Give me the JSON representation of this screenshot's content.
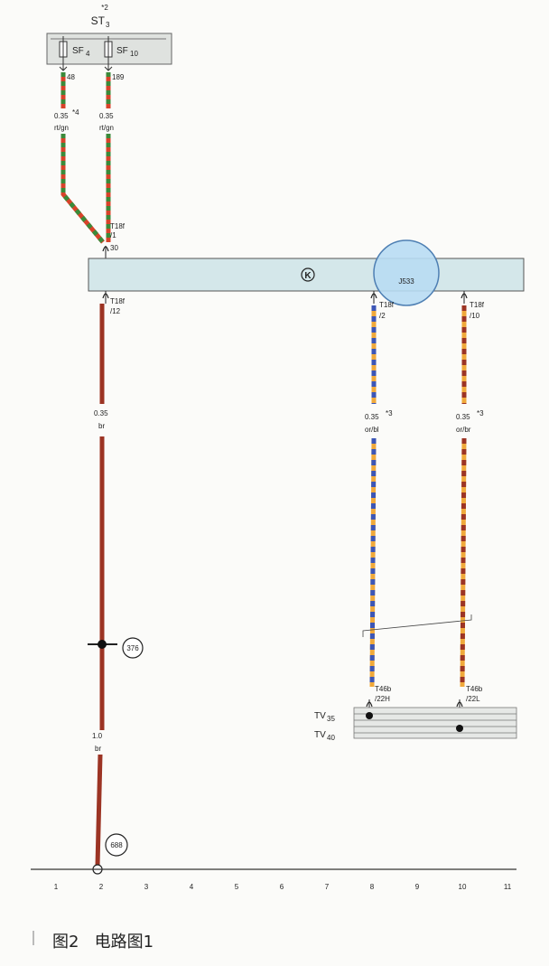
{
  "fuse_box": {
    "label": "ST",
    "label_sub": "3",
    "footnote": "*2",
    "fuses": [
      {
        "name": "SF",
        "sub": "4",
        "pin": "48"
      },
      {
        "name": "SF",
        "sub": "10",
        "pin": "189"
      }
    ]
  },
  "upper_wires": [
    {
      "spec": "0.35",
      "note": "*4",
      "color": "rt/gn"
    },
    {
      "spec": "0.35",
      "note": "",
      "color": "rt/gn"
    }
  ],
  "module": {
    "symbol": "K",
    "gateway": "J533",
    "connectors_top": [
      {
        "line1": "T18f",
        "line2": "/1",
        "line3": "30"
      }
    ],
    "connectors_bottom": [
      {
        "line1": "T18f",
        "line2": "/12"
      },
      {
        "line1": "T18f",
        "line2": "/2"
      },
      {
        "line1": "T18f",
        "line2": "/10"
      }
    ]
  },
  "lower_wires": [
    {
      "spec": "0.35",
      "note": "",
      "color": "br"
    },
    {
      "spec": "0.35",
      "note": "*3",
      "color": "or/bl"
    },
    {
      "spec": "0.35",
      "note": "*3",
      "color": "or/br"
    },
    {
      "spec": "1.0",
      "note": "",
      "color": "br"
    }
  ],
  "nodes": [
    {
      "id": "376"
    },
    {
      "id": "688"
    }
  ],
  "bus_connectors": [
    {
      "line1": "T46b",
      "line2": "/22H"
    },
    {
      "line1": "T46b",
      "line2": "/22L"
    }
  ],
  "bus_lines": [
    {
      "name": "TV",
      "sub": "35"
    },
    {
      "name": "TV",
      "sub": "40"
    }
  ],
  "grid_numbers": [
    "1",
    "2",
    "3",
    "4",
    "5",
    "6",
    "7",
    "8",
    "9",
    "10",
    "11"
  ],
  "caption": {
    "figure": "图2",
    "title": "电路图1"
  },
  "colors": {
    "red": "#d8432a",
    "green": "#3b8a3a",
    "brown": "#9c3424",
    "orange": "#f0a93b",
    "blue": "#3c56b6",
    "module_fill": "#d4e7ea",
    "gateway_fill": "#b8dbf3"
  }
}
